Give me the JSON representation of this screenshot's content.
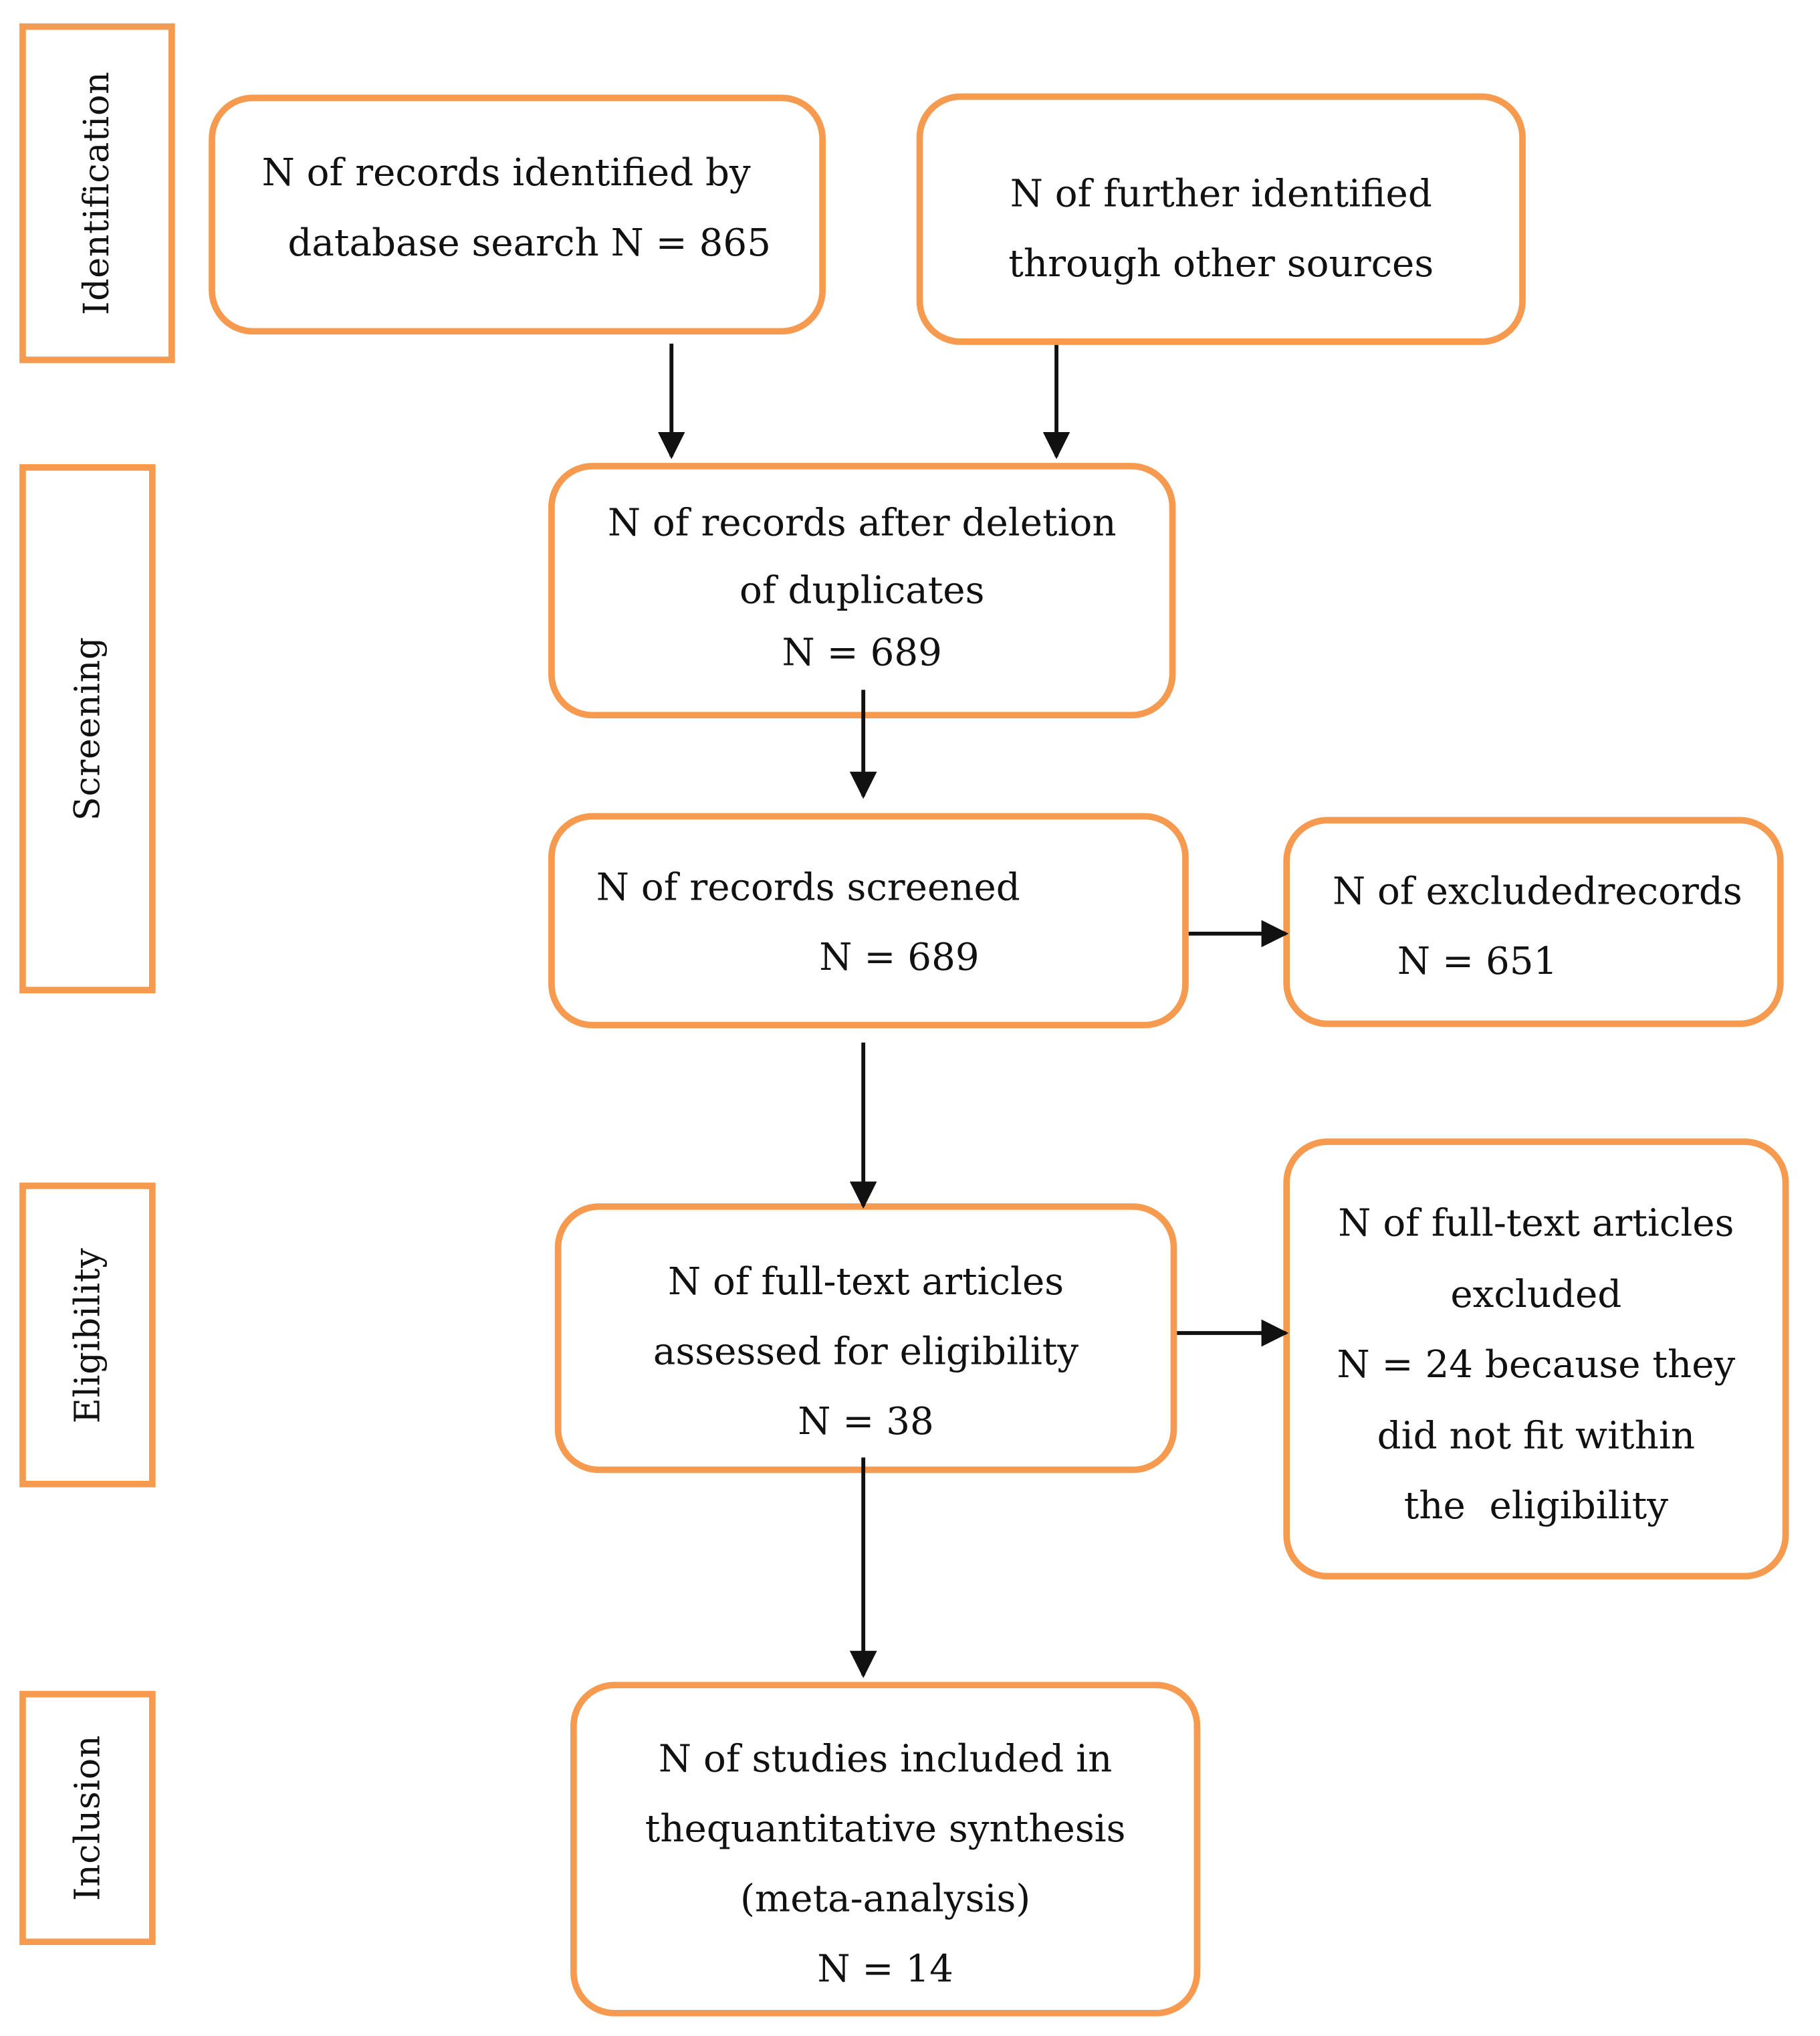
{
  "colors": {
    "border": "#f59a4f",
    "arrow": "#111111",
    "text": "#111111"
  },
  "phases": {
    "identification": "Identification",
    "screening": "Screening",
    "eligibility": "Eligibility",
    "inclusion": "Inclusion"
  },
  "boxes": {
    "database_search": {
      "lines": [
        "N of records identified by",
        "database search N = 865"
      ]
    },
    "other_sources": {
      "lines": [
        "N of further identified",
        "through other sources"
      ]
    },
    "after_duplicates": {
      "lines": [
        "N of records after deletion",
        "of duplicates",
        "N = 689"
      ]
    },
    "screened": {
      "lines": [
        "N of records screened",
        "N = 689"
      ]
    },
    "excluded_records": {
      "lines": [
        "N of excludedrecords",
        "N = 651"
      ]
    },
    "fulltext_assessed": {
      "lines": [
        "N of full-text articles",
        "assessed for eligibility",
        "N = 38"
      ]
    },
    "fulltext_excluded": {
      "lines": [
        "N of full-text articles",
        "excluded",
        "N = 24 because they",
        "did not fit within",
        "the  eligibility"
      ]
    },
    "included": {
      "lines": [
        "N of studies included in",
        "thequantitative synthesis",
        "(meta-analysis)",
        "N = 14"
      ]
    }
  }
}
